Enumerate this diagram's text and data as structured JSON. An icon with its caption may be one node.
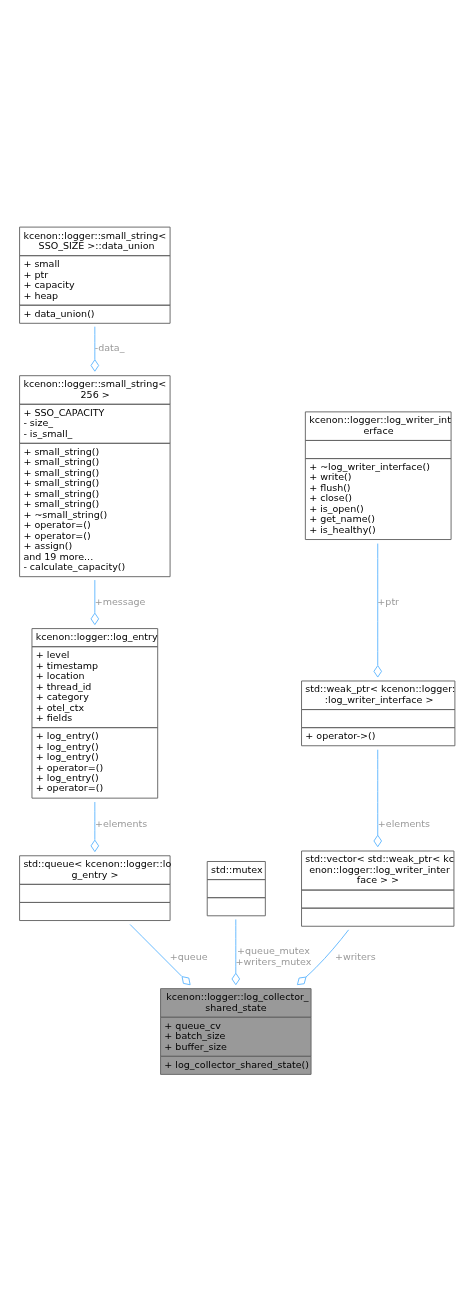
{
  "diagram": {
    "nodes": [
      {
        "text": [
          "kcenon::logger::small_string< SSO_SIZE >::data_union",
          "+ small",
          "+ ptr",
          "+ capacity",
          "+ heap",
          "+ data_union()"
        ]
      },
      {
        "text": [
          "kcenon::logger::small_string< 256 >",
          "+ SSO_CAPACITY",
          "- size_",
          "- is_small_",
          "+ small_string()",
          "+ small_string()",
          "+ small_string()",
          "+ small_string()",
          "+ small_string()",
          "+ small_string()",
          "+ ~small_string()",
          "+ operator=()",
          "+ operator=()",
          "+ assign()",
          "and 19 more...",
          "- calculate_capacity()"
        ]
      },
      {
        "text": [
          "kcenon::logger::log_writer_interface",
          "+ ~log_writer_interface()",
          "+ write()",
          "+ flush()",
          "+ close()",
          "+ is_open()",
          "+ get_name()",
          "+ is_healthy()"
        ]
      },
      {
        "text": [
          "kcenon::logger::log_entry",
          "+ level",
          "+ timestamp",
          "+ location",
          "+ thread_id",
          "+ category",
          "+ otel_ctx",
          "+ fields",
          "+ log_entry()",
          "+ log_entry()",
          "+ log_entry()",
          "+ operator=()",
          "+ log_entry()",
          "+ operator=()"
        ]
      },
      {
        "text": [
          "std::weak_ptr< kcenon::logger::log_writer_interface >",
          "+ operator->()"
        ]
      },
      {
        "text": [
          "std::queue< kcenon::logger::log_entry >"
        ]
      },
      {
        "text": [
          "std::mutex"
        ]
      },
      {
        "text": [
          "std::vector< std::weak_ptr< kcenon::logger::log_writer_interface > >"
        ]
      },
      {
        "text": [
          "kcenon::logger::log_collector_shared_state",
          "+ queue_cv",
          "+ batch_size",
          "+ buffer_size",
          "+ log_collector_shared_state()"
        ]
      }
    ],
    "edges": [
      {
        "from": 0,
        "to": 1,
        "arrow": "other",
        "label": "-data_"
      },
      {
        "from": 1,
        "to": 3,
        "arrow": "other",
        "label": "+message"
      },
      {
        "from": 2,
        "to": 4,
        "arrow": "other",
        "label": "+ptr"
      },
      {
        "from": 3,
        "to": 5,
        "arrow": "other",
        "label": "+elements"
      },
      {
        "from": 4,
        "to": 7,
        "arrow": "other",
        "label": "+elements"
      },
      {
        "from": 5,
        "to": 8,
        "arrow": "other",
        "label": "+queue"
      },
      {
        "from": 6,
        "to": 8,
        "arrow": "other",
        "label": "+queue_mutex +writers_mutex"
      },
      {
        "from": 7,
        "to": 8,
        "arrow": "other",
        "label": "+writers"
      }
    ]
  }
}
